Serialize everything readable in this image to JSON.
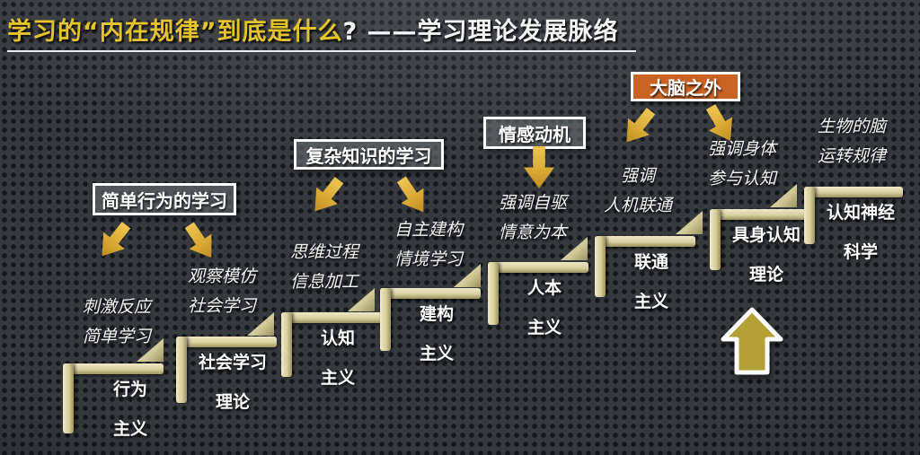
{
  "title": {
    "highlight": "学习的“内在规律”到底是什么",
    "rest": "? ——学习理论发展脉络"
  },
  "callouts": {
    "simple_behavior": "简单行为的学习",
    "complex_knowledge": "复杂知识的学习",
    "emotion_motivation": "情感动机",
    "beyond_brain": "大脑之外"
  },
  "annotations": [
    {
      "line1": "刺激反应",
      "line2": "简单学习"
    },
    {
      "line1": "观察模仿",
      "line2": "社会学习"
    },
    {
      "line1": "思维过程",
      "line2": "信息加工"
    },
    {
      "line1": "自主建构",
      "line2": "情境学习"
    },
    {
      "line1": "强调自驱",
      "line2": "情意为本"
    },
    {
      "line1": "强调",
      "line2": "人机联通"
    },
    {
      "line1": "强调身体",
      "line2": "参与认知"
    },
    {
      "line1": "生物的脑",
      "line2": "运转规律"
    }
  ],
  "steps": [
    {
      "line1": "行为",
      "line2": "主义"
    },
    {
      "line1": "社会学习",
      "line2": "理论"
    },
    {
      "line1": "认知",
      "line2": "主义"
    },
    {
      "line1": "建构",
      "line2": "主义"
    },
    {
      "line1": "人本",
      "line2": "主义"
    },
    {
      "line1": "联通",
      "line2": "主义"
    },
    {
      "line1": "具身认知",
      "line2": "理论"
    },
    {
      "line1": "认知神经",
      "line2": "科学"
    }
  ],
  "colors": {
    "title_highlight": "#e5c32a",
    "step_bar": "#d6cf9e",
    "arrow_gold": "#d9a935",
    "big_arrow_fill": "#b3a136",
    "callout_orange": "#c96222"
  }
}
